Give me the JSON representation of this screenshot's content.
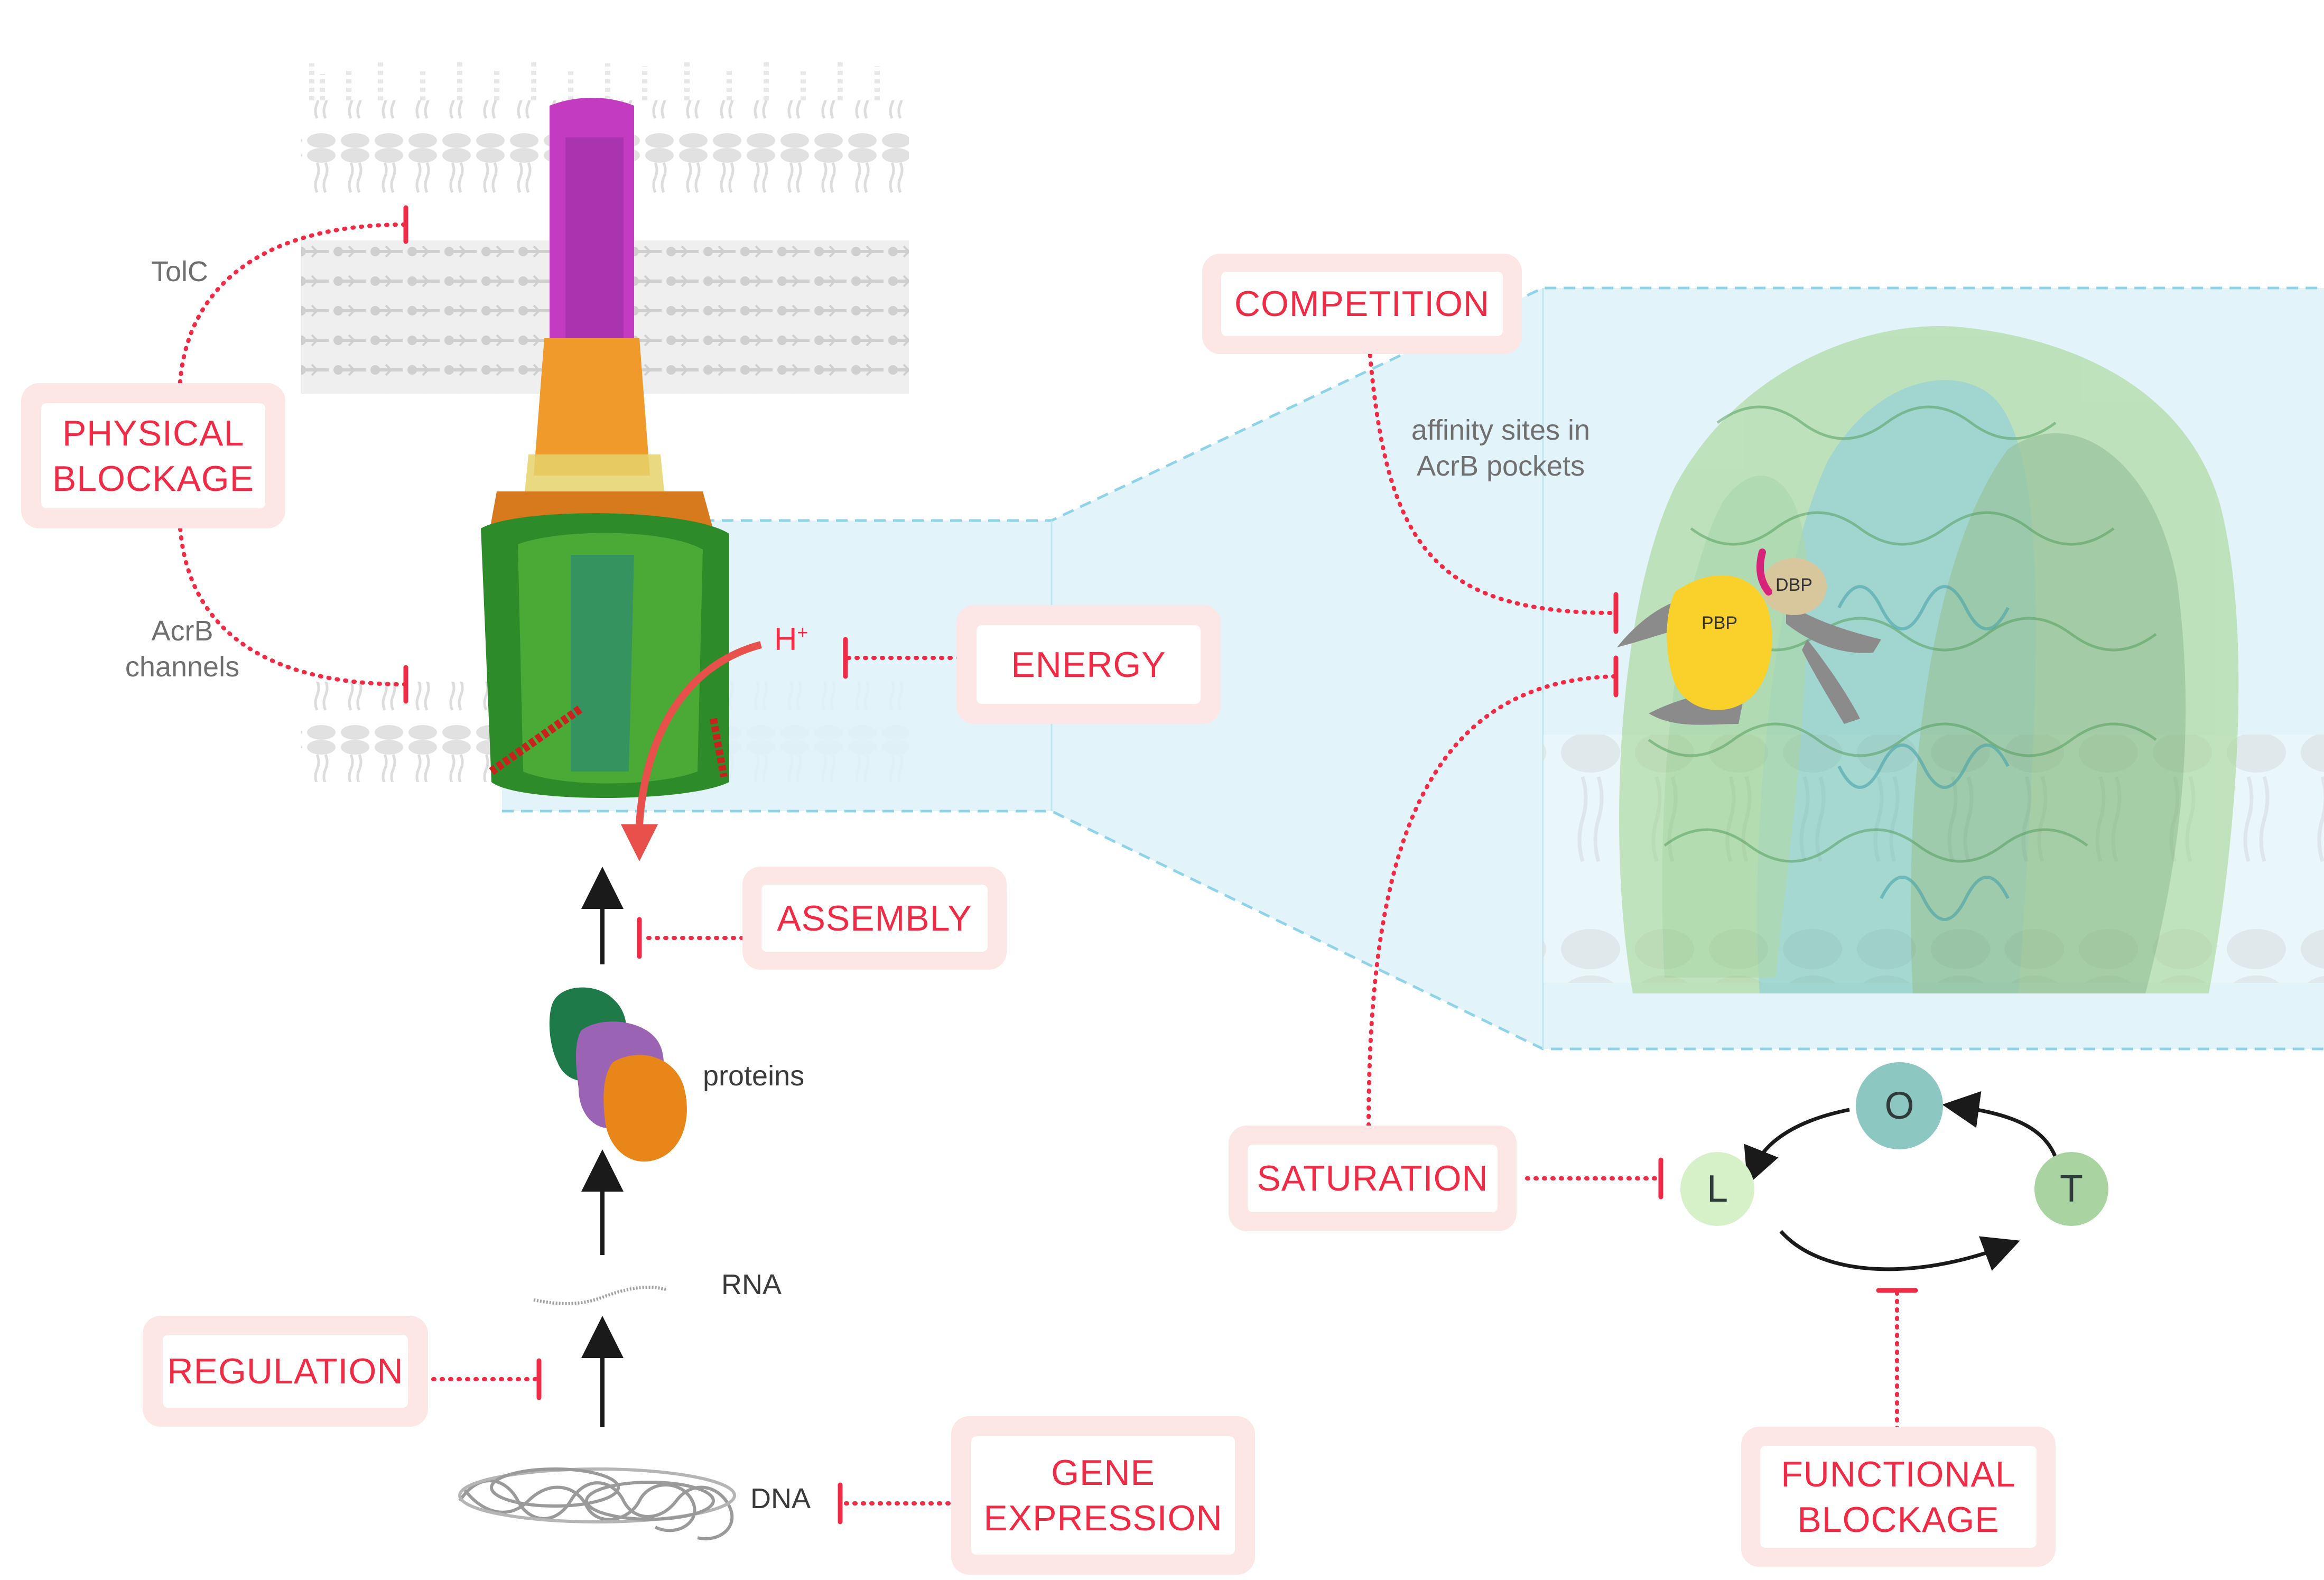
{
  "labels": {
    "tolc": "TolC",
    "acrb_channels": "AcrB\nchannels",
    "h_plus": "H",
    "h_plus_sup": "+",
    "proteins": "proteins",
    "rna": "RNA",
    "dna": "DNA",
    "affinity": "affinity sites in\nAcrB pockets",
    "pbp": "PBP",
    "dbp": "DBP"
  },
  "boxes": {
    "physical_blockage": "PHYSICAL\nBLOCKAGE",
    "energy": "ENERGY",
    "assembly": "ASSEMBLY",
    "regulation": "REGULATION",
    "gene_expression": "GENE\nEXPRESSION",
    "competition": "COMPETITION",
    "saturation": "SATURATION",
    "functional_blockage": "FUNCTIONAL\nBLOCKAGE"
  },
  "cycle_nodes": {
    "o": "O",
    "l": "L",
    "t": "T"
  },
  "colors": {
    "accent_red": "#ef2b45",
    "box_bg": "#fde6e6",
    "zoom_fill": "#dff2f8",
    "zoom_line": "#8fd3e8",
    "node_o": "#8cc7c1",
    "node_l": "#d6f0c8",
    "node_t": "#a9d3a0",
    "pbp": "#f9d12a",
    "dbp": "#d8c79c"
  }
}
